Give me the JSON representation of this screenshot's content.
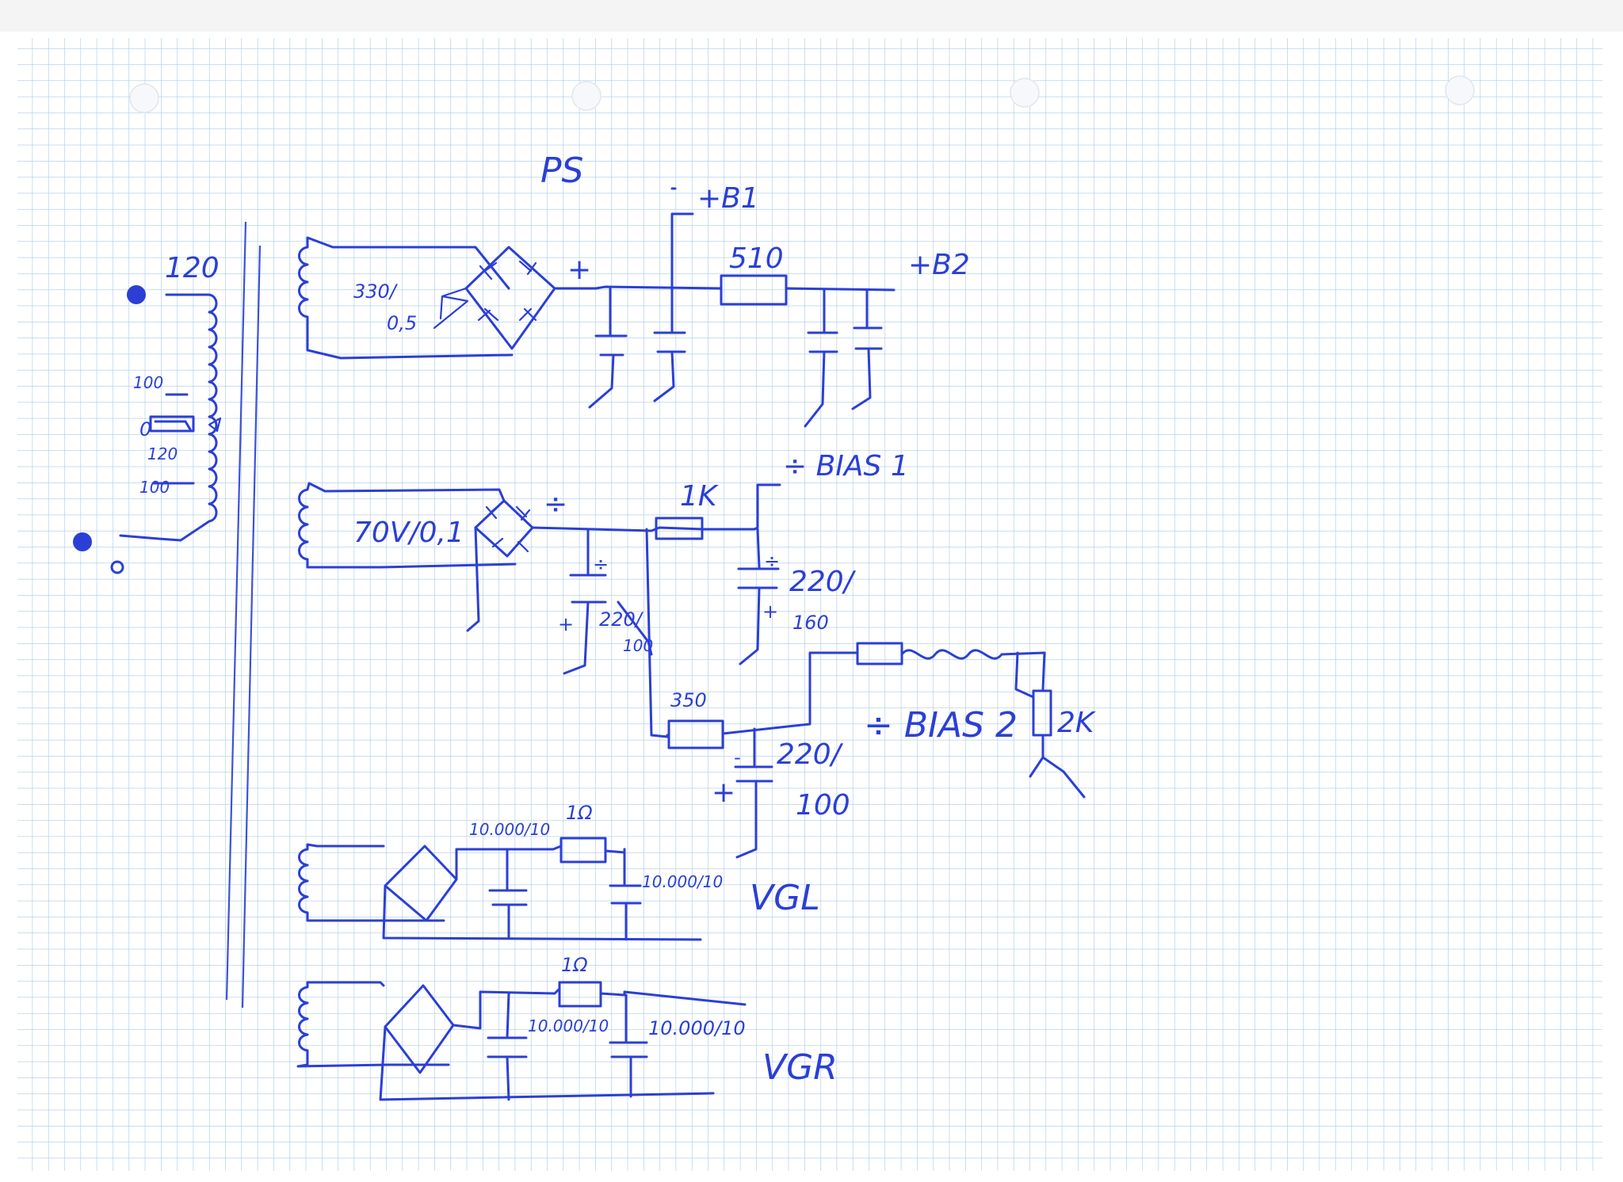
{
  "colors": {
    "paper": "#ffffff",
    "grid": "#a9c8e6",
    "ink": "#2b3fd6",
    "margin_line": "#3d52d9"
  },
  "labels": {
    "title": "PS",
    "b1": "+B1",
    "b2": "+B2",
    "r510": "510",
    "plus_main": "+",
    "xfmr_main": "330/",
    "xfmr_main_b": "0,5",
    "tap_120_top": "120",
    "tap_100_a": "100",
    "tap_0_mid": "0",
    "tap_120_mid": "120",
    "tap_100_b": "100",
    "tap_0_bottom": "0",
    "bias1": "÷ BIAS 1",
    "xfmr_bias": "70V/0,1",
    "minus_bias": "÷",
    "r1k": "1K",
    "c1_polarity_minus": "÷",
    "c1_polarity_plus": "+",
    "c1_value": "220/",
    "c1_value_b": "100",
    "c2_polarity_minus": "÷",
    "c2_polarity_plus": "+",
    "c2_value": "220/",
    "c2_value_b": "160",
    "r350": "350",
    "c3_polarity_minus": "-",
    "c3_polarity_plus": "+",
    "c3_value": "220/",
    "c3_value_b": "100",
    "bias2": "÷ BIAS 2",
    "pot2k": "2K",
    "vgl_c1": "10.000/10",
    "vgl_r": "1Ω",
    "vgl_c2": "10.000/10",
    "vgl": "VGL",
    "vgr_r": "1Ω",
    "vgr_c1": "10.000/10",
    "vgr_c2": "10.000/10",
    "vgr": "VGR"
  }
}
